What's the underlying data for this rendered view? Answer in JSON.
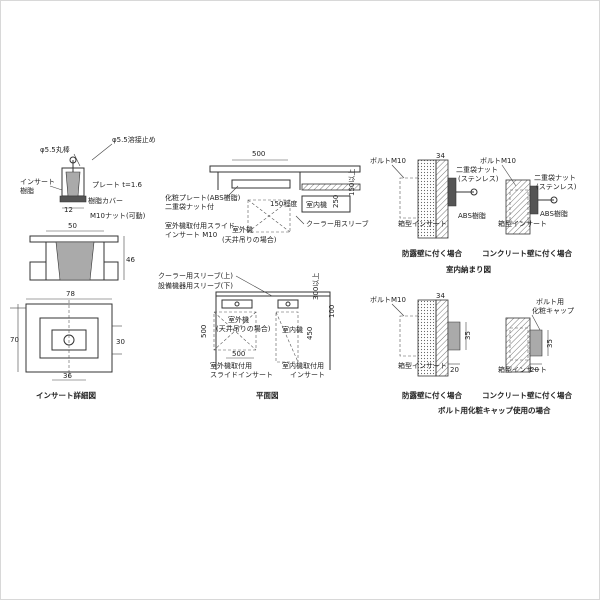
{
  "insert_detail": {
    "top_labels": [
      "φ5.5丸棒",
      "φ5.5溶接止め"
    ],
    "side_labels": [
      "インサート",
      "樹脂"
    ],
    "plate": "プレート t=1.6",
    "resin_cover": "樹脂カバー",
    "nut": "M10ナット(可動)",
    "dim_12": "12",
    "dim_50": "50",
    "dim_46": "46",
    "dim_78": "78",
    "dim_70": "70",
    "dim_30": "30",
    "dim_36": "36",
    "caption": "インサート詳細図"
  },
  "plan_view": {
    "dim_500_top": "500",
    "dim_150_above": "150以上",
    "ceiling_labels": [
      "化粧プレート(ABS樹脂)",
      "二重袋ナット付"
    ],
    "slide_insert": [
      "室外機取付用スライド",
      "インサート M10"
    ],
    "outdoor_unit_top": [
      "室外機",
      "(天井吊りの場合)"
    ],
    "below_150": "150程度",
    "indoor_unit_top": "室内機",
    "dim_250": "250",
    "cooler_sleeve": "クーラー用スリーブ",
    "legend_lines": [
      "クーラー用スリーブ(上)",
      "設備機器用スリーブ(下)"
    ],
    "dim_300_above": "300以上",
    "dim_100": "100",
    "dim_500_left": "500",
    "dim_450": "450",
    "outdoor_unit_plan": [
      "室外機",
      "(天井吊りの場合)"
    ],
    "indoor_unit_plan": "室内機",
    "dim_500_bottom": "500",
    "outdoor_insert": [
      "室外機取付用",
      "スライドインサート"
    ],
    "indoor_insert": [
      "室内機取付用",
      "インサート"
    ],
    "caption": "平面図"
  },
  "indoor_detail": {
    "bolt_left": "ボルトM10",
    "bolt_right": "ボルトM10",
    "dim_34": "34",
    "double_nut_left": [
      "二重袋ナット",
      "(ステンレス)"
    ],
    "double_nut_right": [
      "二重袋ナット",
      "(ステンレス)"
    ],
    "abs_left": "ABS樹脂",
    "abs_right": "ABS樹脂",
    "box_insert_left": "箱型インサート",
    "box_insert_right": "箱型インサート",
    "case_left": "防露壁に付く場合",
    "case_right": "コンクリート壁に付く場合",
    "caption": "室内納まり図"
  },
  "cap_detail": {
    "bolt": "ボルトM10",
    "bolt_cap": [
      "ボルト用",
      "化粧キャップ"
    ],
    "dim_34": "34",
    "dim_35": "35",
    "dim_20": "20",
    "dim_35_right": "35",
    "dim_20_right": "20",
    "box_insert_left": "箱型インサート",
    "box_insert_right": "箱型インサート",
    "case_left": "防露壁に付く場合",
    "case_right": "コンクリート壁に付く場合",
    "caption": "ボルト用化粧キャップ使用の場合"
  }
}
